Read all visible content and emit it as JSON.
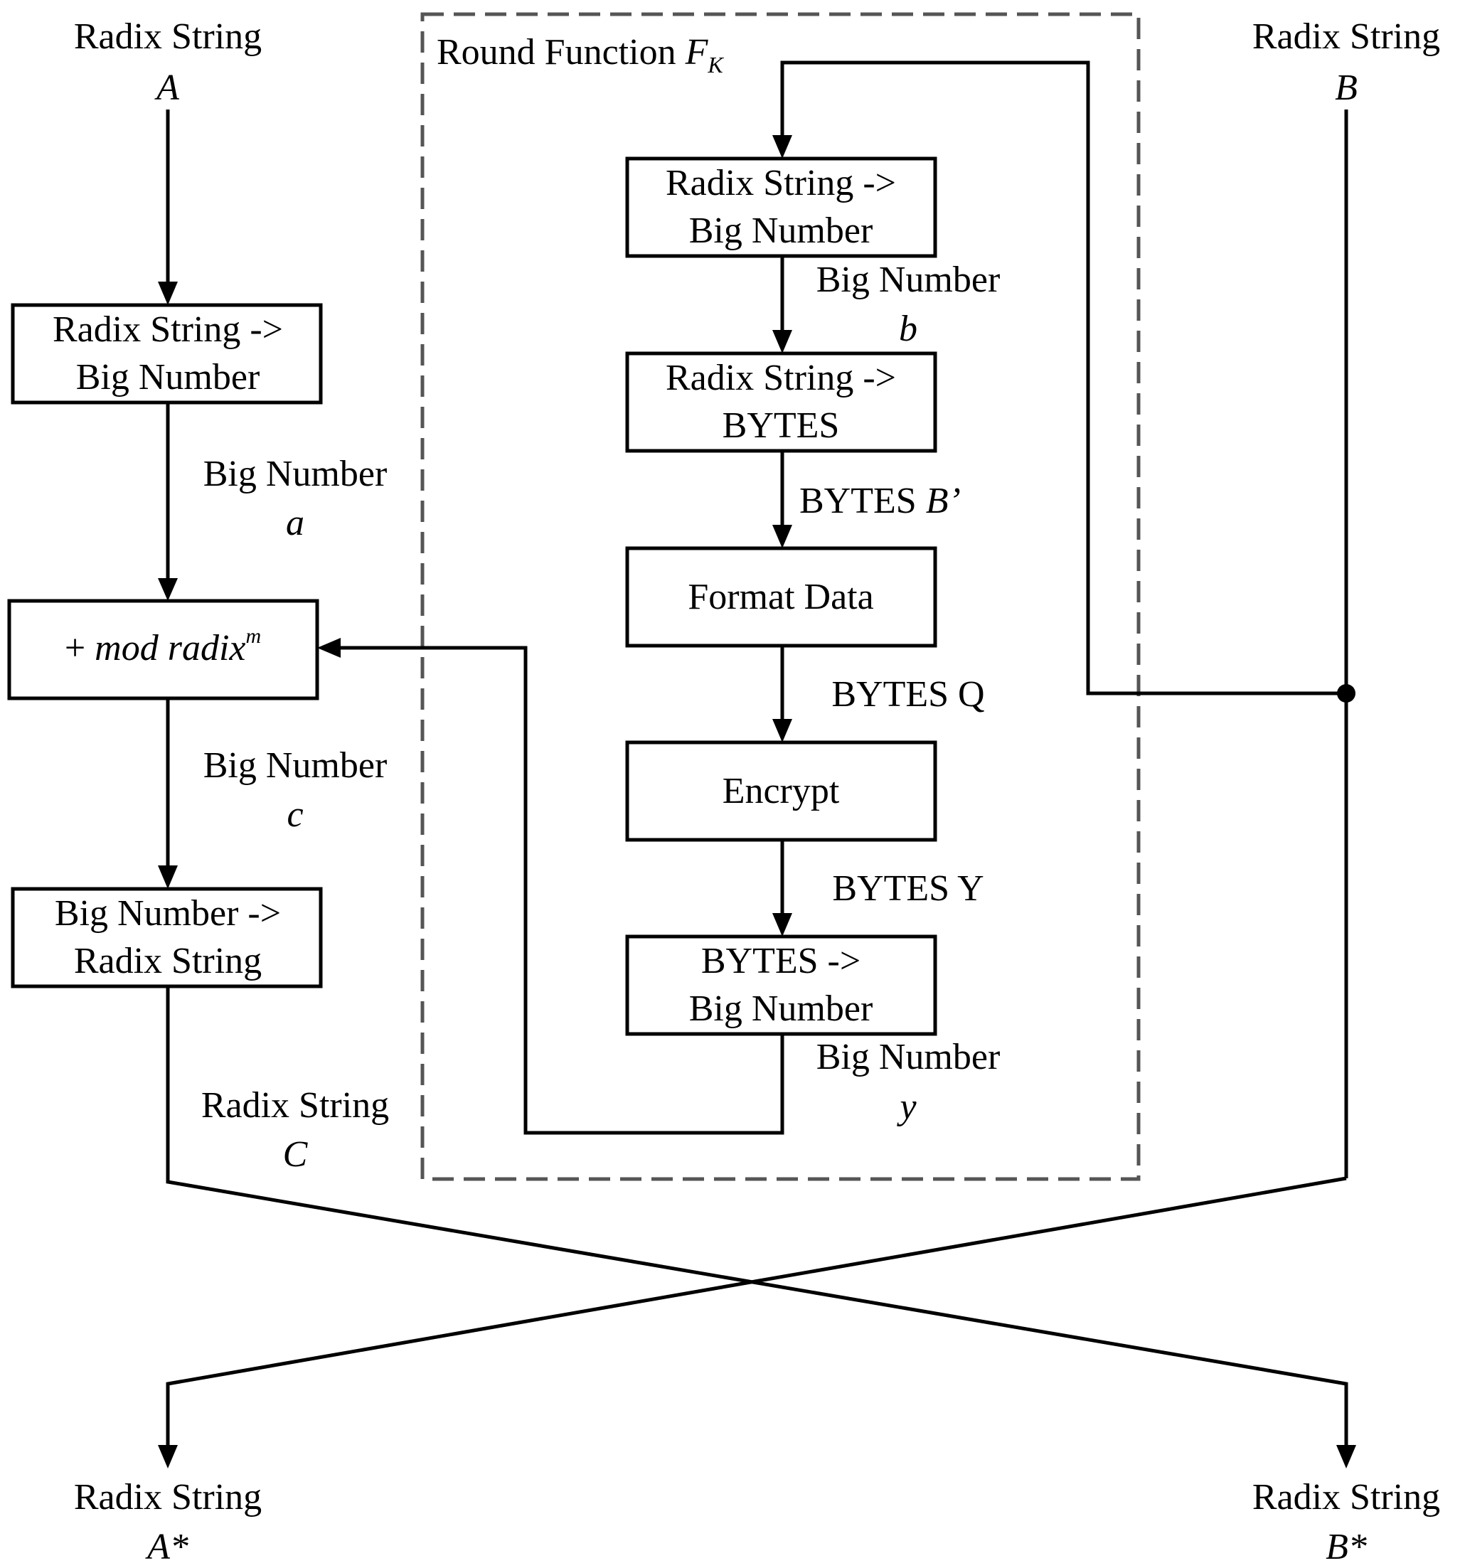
{
  "left": {
    "input": {
      "line1": "Radix String",
      "var": "A"
    },
    "box1": {
      "line1": "Radix String ->",
      "line2": "Big Number"
    },
    "edge1": {
      "line1": "Big Number",
      "var": "a"
    },
    "box2": {
      "prefix": "+ ",
      "text": "mod radix",
      "sup": "m"
    },
    "edge2": {
      "line1": "Big Number",
      "var": "c"
    },
    "box3": {
      "line1": "Big Number ->",
      "line2": "Radix String"
    },
    "edge3": {
      "line1": "Radix String",
      "var": "C"
    },
    "output": {
      "line1": "Radix String",
      "var": "A*"
    }
  },
  "round": {
    "title": {
      "text": "Round Function ",
      "var": "F",
      "sub": "K"
    },
    "box1": {
      "line1": "Radix String ->",
      "line2": "Big Number"
    },
    "edge1": {
      "line1": "Big Number",
      "var": "b"
    },
    "box2": {
      "line1": "Radix String ->",
      "line2": "BYTES"
    },
    "edge2": {
      "text": "BYTES ",
      "var": "B’"
    },
    "box3": {
      "line1": "Format Data"
    },
    "edge3": {
      "text": "BYTES Q"
    },
    "box4": {
      "line1": "Encrypt"
    },
    "edge4": {
      "text": "BYTES Y"
    },
    "box5": {
      "line1": "BYTES ->",
      "line2": "Big Number"
    },
    "edge5": {
      "line1": "Big Number",
      "var": "y"
    }
  },
  "right": {
    "input": {
      "line1": "Radix String",
      "var": "B"
    },
    "output": {
      "line1": "Radix String",
      "var": "B*"
    }
  }
}
